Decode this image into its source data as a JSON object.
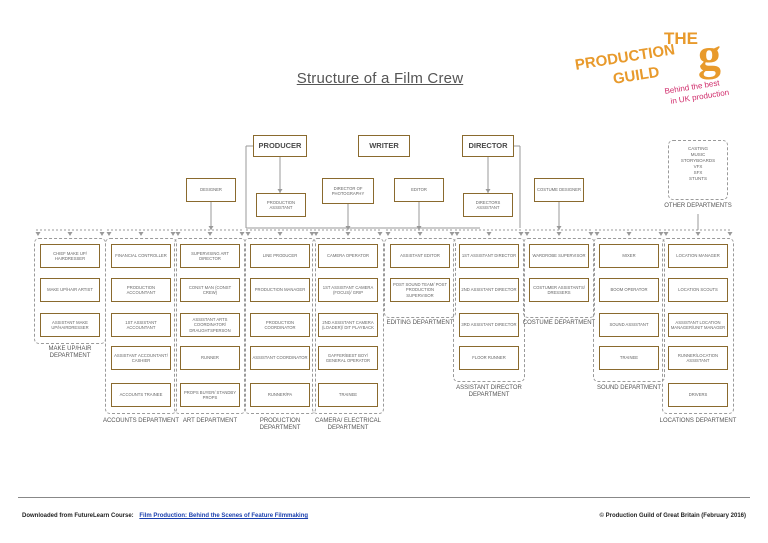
{
  "title": "Structure of a Film Crew",
  "logo": {
    "line1": "THE",
    "line2": "PRODUCTION",
    "line3": "GUILD",
    "mark": "g",
    "tagline1": "Behind the best",
    "tagline2": "in UK production",
    "colors": {
      "brand": "#e89a2c",
      "tagline": "#d02a6a"
    }
  },
  "top": {
    "producer": "PRODUCER",
    "writer": "WRITER",
    "director": "DIRECTOR"
  },
  "mid": {
    "designer": "DESIGNER",
    "production_assistant": "PRODUCTION ASSISTANT",
    "director_of_photography": "DIRECTOR OF PHOTOGRAPHY",
    "editor": "EDITOR",
    "directors_assistant": "DIRECTORS ASSISTANT",
    "costume_designer": "COSTUME DESIGNER"
  },
  "other": {
    "items": "CASTING\nMUSIC\nSTORYBOARDS\nVFX\nSFX\nSTUNTS",
    "label": "OTHER DEPARTMENTS"
  },
  "columns": [
    {
      "dept": "MAKE UP/HAIR DEPARTMENT",
      "roles": [
        "CHIEF MAKE UP/ HAIRDRESSER",
        "MAKE UP/HAIR ARTIST",
        "ASSISTANT MAKE UP/HAIRDRESSER"
      ]
    },
    {
      "dept": "ACCOUNTS DEPARTMENT",
      "roles": [
        "FINANCIAL CONTROLLER",
        "PRODUCTION ACCOUNTANT",
        "1ST ASSISTANT ACCOUNTANT",
        "ASSISTANT ACCOUNTANT/ CASHIER",
        "ACCOUNTS TRAINEE"
      ]
    },
    {
      "dept": "ART DEPARTMENT",
      "roles": [
        "SUPERVISING ART DIRECTOR",
        "CONST MAN (CONST CREW)",
        "ASSISTANT ARTS COORDINATOR/ DRAUGHTSPERSON",
        "RUNNER",
        "PROPS BUYER/ STANDBY PROPS"
      ]
    },
    {
      "dept": "PRODUCTION DEPARTMENT",
      "roles": [
        "LINE PRODUCER",
        "PRODUCTION MANAGER",
        "PRODUCTION COORDINATOR",
        "ASSISTANT COORDINATOR",
        "RUNNER/PA"
      ]
    },
    {
      "dept": "CAMERA/ ELECTRICAL DEPARTMENT",
      "roles": [
        "CAMERA OPERATOR",
        "1ST ASSISTANT CAMERA (FOCUS)/ GRIP",
        "2ND ASSISTANT CAMERA (LOADER)/ DIT PLAYBACK",
        "GAFFER/BEST BOY/ GENERAL OPERATOR",
        "TRAINEE"
      ]
    },
    {
      "dept": "EDITING DEPARTMENT",
      "roles": [
        "ASSISTANT EDITOR",
        "POST SOUND TEAM/ POST PRODUCTION SUPERVISOR"
      ]
    },
    {
      "dept": "ASSISTANT DIRECTOR DEPARTMENT",
      "roles": [
        "1ST ASSISTANT DIRECTOR",
        "2ND ASSISTANT DIRECTOR",
        "3RD ASSISTANT DIRECTOR",
        "FLOOR RUNNER"
      ]
    },
    {
      "dept": "COSTUME DEPARTMENT",
      "roles": [
        "WARDROBE SUPERVISOR",
        "COSTUMER ASSISTANTS/ DRESSERS"
      ]
    },
    {
      "dept": "SOUND DEPARTMENT",
      "roles": [
        "MIXER",
        "BOOM OPERATOR",
        "SOUND ASSISTANT",
        "TRAINEE"
      ]
    },
    {
      "dept": "LOCATIONS DEPARTMENT",
      "roles": [
        "LOCATION MANAGER",
        "LOCATION SCOUTS",
        "ASSISTANT LOCATION MANAGER/UNIT MANAGER",
        "RUNNER/LOCATION ASSISTANT",
        "DRIVERS"
      ]
    }
  ],
  "footer": {
    "prefix": "Downloaded from FutureLearn Course:",
    "link": "Film Production: Behind the Scenes of Feature Filmmaking",
    "copyright": "© Production Guild of Great Britain (February 2016)"
  },
  "colors": {
    "box_border": "#8a6a2e",
    "line": "#999999"
  }
}
